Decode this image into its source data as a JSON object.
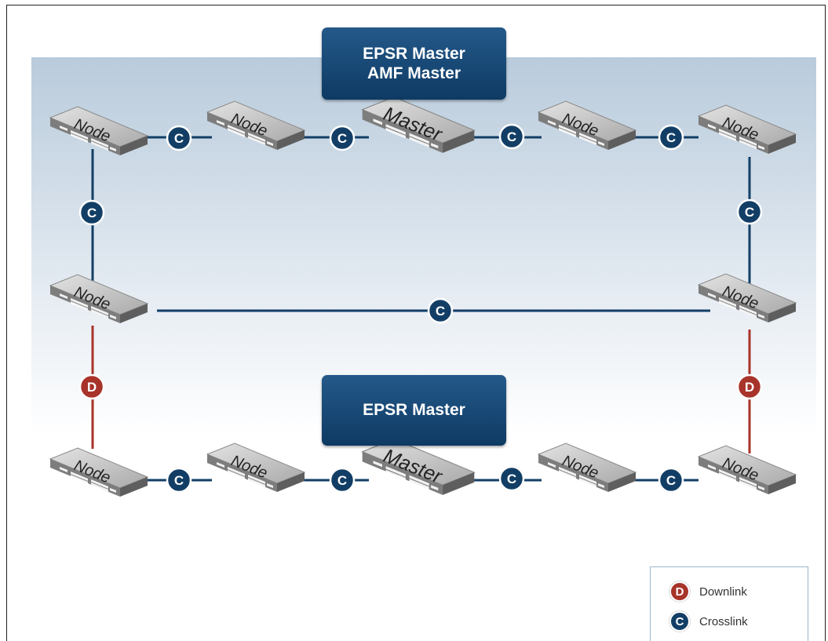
{
  "master_boxes": {
    "top": {
      "line1": "EPSR Master",
      "line2": "AMF Master"
    },
    "bottom": {
      "line1": "EPSR Master"
    }
  },
  "nodes": {
    "n1": "Node",
    "n2": "Node",
    "n3": "Master",
    "n4": "Node",
    "n5": "Node",
    "n6": "Node",
    "n7": "Node",
    "n8": "Node",
    "n9": "Node",
    "n10": "Master",
    "n11": "Node",
    "n12": "Node"
  },
  "link_badges": {
    "crosslink": "C",
    "downlink": "D"
  },
  "legend": {
    "downlink_letter": "D",
    "downlink_label": "Downlink",
    "crosslink_letter": "C",
    "crosslink_label": "Crosslink"
  },
  "colors": {
    "crosslink": "#123e66",
    "downlink": "#a8332a",
    "master_box": "#174a78"
  }
}
